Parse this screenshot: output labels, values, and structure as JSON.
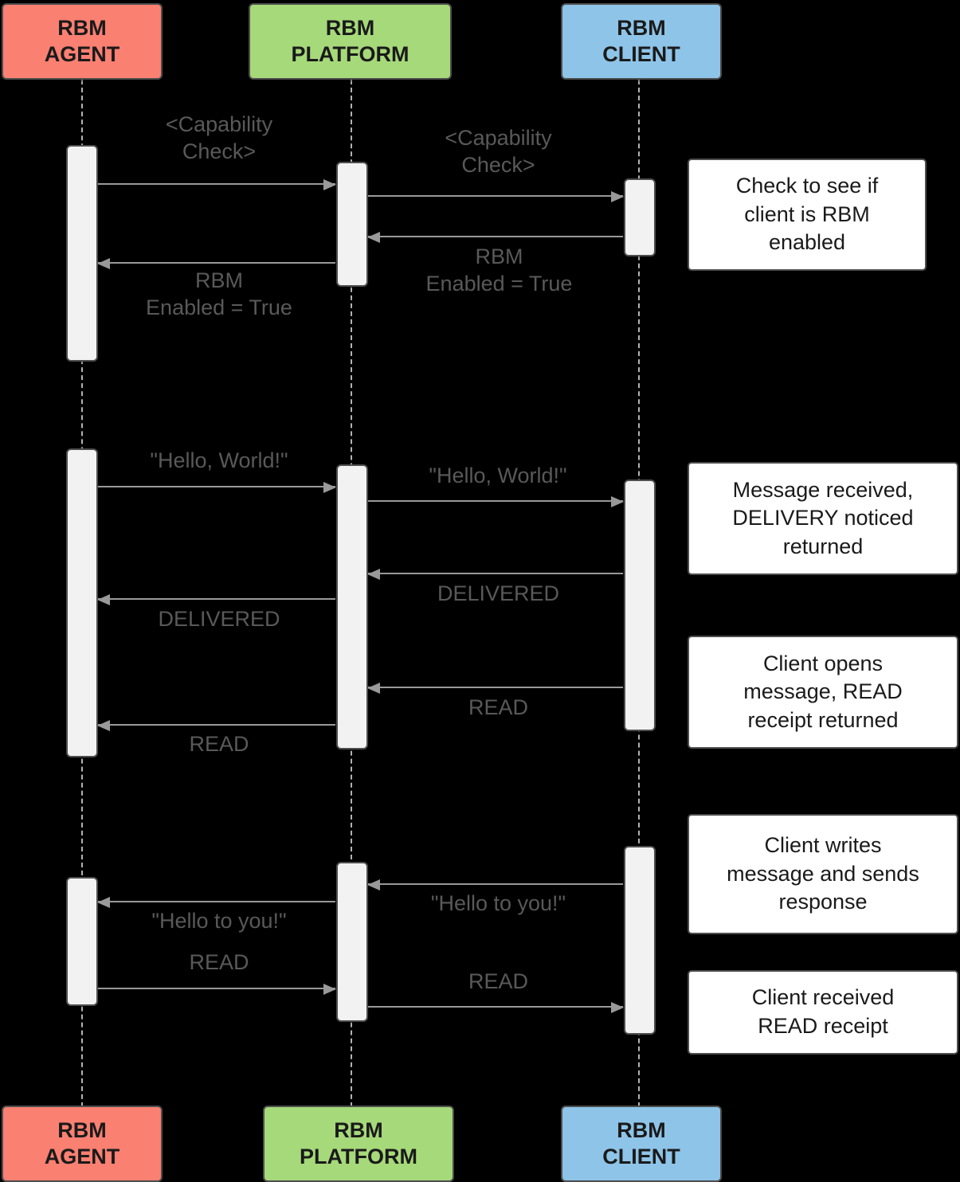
{
  "diagram": {
    "title": "RBM Sequence Diagram",
    "background_color": "#000000"
  },
  "participants": [
    {
      "id": "agent",
      "line1": "RBM",
      "line2": "AGENT",
      "color": "#fa8072",
      "border_color": "#4d4d4d"
    },
    {
      "id": "platform",
      "line1": "RBM",
      "line2": "PLATFORM",
      "color": "#a6d97a",
      "border_color": "#4d4d4d"
    },
    {
      "id": "client",
      "line1": "RBM",
      "line2": "CLIENT",
      "color": "#8ec4e8",
      "border_color": "#4d4d4d"
    }
  ],
  "messages": [
    {
      "id": "m1",
      "label": "<Capability\nCheck>",
      "from": "agent",
      "to": "platform",
      "direction": "right"
    },
    {
      "id": "m2",
      "label": "<Capability\nCheck>",
      "from": "platform",
      "to": "client",
      "direction": "right"
    },
    {
      "id": "m3",
      "label": "RBM\nEnabled = True",
      "from": "client",
      "to": "platform",
      "direction": "left"
    },
    {
      "id": "m4",
      "label": "RBM\nEnabled = True",
      "from": "platform",
      "to": "agent",
      "direction": "left"
    },
    {
      "id": "m5",
      "label": "\"Hello, World!\"",
      "from": "agent",
      "to": "platform",
      "direction": "right"
    },
    {
      "id": "m6",
      "label": "\"Hello, World!\"",
      "from": "platform",
      "to": "client",
      "direction": "right"
    },
    {
      "id": "m7",
      "label": "DELIVERED",
      "from": "client",
      "to": "platform",
      "direction": "left"
    },
    {
      "id": "m8",
      "label": "DELIVERED",
      "from": "platform",
      "to": "agent",
      "direction": "left"
    },
    {
      "id": "m9",
      "label": "READ",
      "from": "client",
      "to": "platform",
      "direction": "left"
    },
    {
      "id": "m10",
      "label": "READ",
      "from": "platform",
      "to": "agent",
      "direction": "left"
    },
    {
      "id": "m11",
      "label": "\"Hello to you!\"",
      "from": "client",
      "to": "platform",
      "direction": "left"
    },
    {
      "id": "m12",
      "label": "\"Hello to you!\"",
      "from": "platform",
      "to": "agent",
      "direction": "left"
    },
    {
      "id": "m13",
      "label": "READ",
      "from": "agent",
      "to": "platform",
      "direction": "right"
    },
    {
      "id": "m14",
      "label": "READ",
      "from": "platform",
      "to": "client",
      "direction": "right"
    }
  ],
  "notes": [
    {
      "id": "n1",
      "text": "Check to see if\nclient is RBM\nenabled"
    },
    {
      "id": "n2",
      "text": "Message received,\nDELIVERY noticed\nreturned"
    },
    {
      "id": "n3",
      "text": "Client opens\nmessage, READ\nreceipt returned"
    },
    {
      "id": "n4",
      "text": "Client writes\nmessage and sends\nresponse"
    },
    {
      "id": "n5",
      "text": "Client received\nREAD receipt"
    }
  ]
}
